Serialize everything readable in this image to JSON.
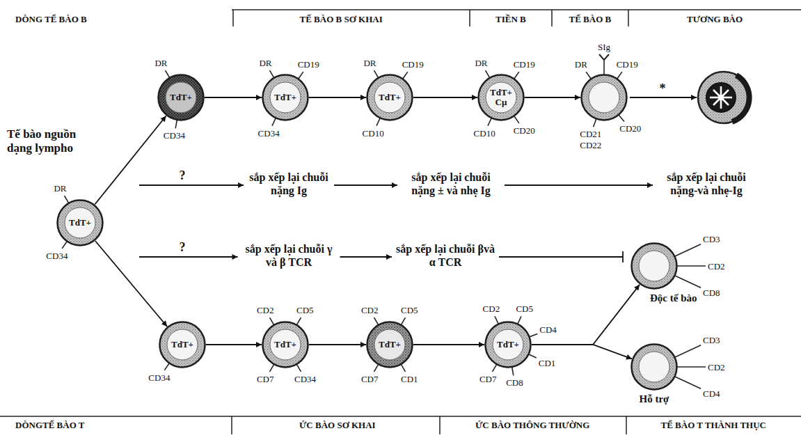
{
  "diagram": {
    "nodes": [
      {
        "text": [
          "Tế bào nguồn dạng lympho",
          "DR",
          "TdT+",
          "CD34"
        ]
      },
      {
        "text": [
          "DR",
          "TdT+",
          "CD34"
        ]
      },
      {
        "text": [
          "DR",
          "CD19",
          "TdT+",
          "CD34"
        ]
      },
      {
        "text": [
          "DR",
          "CD19",
          "TdT+",
          "CD10"
        ]
      },
      {
        "text": [
          "DR",
          "CD19",
          "TdT+ Cμ",
          "CD10",
          "CD20"
        ]
      },
      {
        "text": [
          "SIg",
          "DR",
          "CD19",
          "CD21",
          "CD22",
          "CD20"
        ]
      },
      {
        "text": [
          "TdT+",
          "CD34"
        ]
      },
      {
        "text": [
          "CD2",
          "CD5",
          "TdT+",
          "CD7",
          "CD34"
        ]
      },
      {
        "text": [
          "CD2",
          "CD5",
          "TdT+",
          "CD7",
          "CD1"
        ]
      },
      {
        "text": [
          "CD2",
          "CD5",
          "CD4",
          "TdT+",
          "CD7",
          "CD8",
          "CD1"
        ]
      },
      {
        "text": [
          "CD3",
          "CD2",
          "CD8",
          "Độc tế bào"
        ]
      },
      {
        "text": [
          "CD3",
          "CD2",
          "CD4",
          "Hỗ trợ"
        ]
      }
    ],
    "edges": [
      {
        "from": 0,
        "to": 1,
        "arrow": "to"
      },
      {
        "from": 1,
        "to": 2,
        "arrow": "to"
      },
      {
        "from": 2,
        "to": 3,
        "arrow": "to"
      },
      {
        "from": 3,
        "to": 4,
        "arrow": "to"
      },
      {
        "from": 4,
        "to": 5,
        "arrow": "to"
      },
      {
        "from": 0,
        "to": 6,
        "arrow": "to"
      },
      {
        "from": 6,
        "to": 7,
        "arrow": "to"
      },
      {
        "from": 7,
        "to": 8,
        "arrow": "to"
      },
      {
        "from": 8,
        "to": 9,
        "arrow": "to"
      },
      {
        "from": 9,
        "to": 10,
        "arrow": "to"
      },
      {
        "from": 9,
        "to": 11,
        "arrow": "to"
      }
    ],
    "labels": [
      "DÒNG TẾ BÀO B",
      "TẾ BÀO B SƠ KHAI",
      "TIỀN B",
      "TẾ BÀO B",
      "TƯƠNG BÀO",
      "*",
      "?",
      "sắp xếp lại chuỗi nặng Ig",
      "sắp xếp lại chuỗi nặng ± và nhẹ Ig",
      "sắp xếp lại chuỗi nặng-và nhẹ-Ig",
      "?",
      "sắp xếp lại chuỗi γ và β TCR",
      "sắp xếp lại chuỗi βvà α TCR",
      "DÒNGTẾ BÀO T",
      "ỨC BÀO SƠ KHAI",
      "ỨC BÀO THÔNG THƯỜNG",
      "TẾ BÀO T THÀNH THỤC"
    ]
  }
}
